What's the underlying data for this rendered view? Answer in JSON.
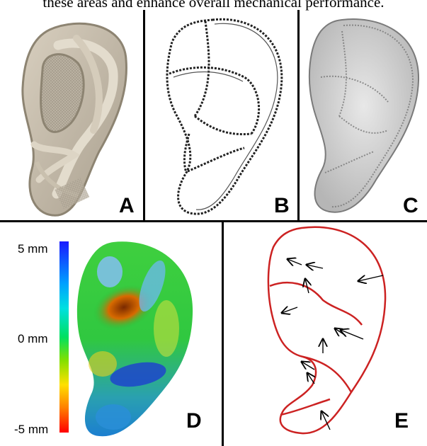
{
  "caption": {
    "text": "these areas and enhance overall mechanical performance."
  },
  "panels": {
    "a": {
      "label": "A"
    },
    "b": {
      "label": "B"
    },
    "c": {
      "label": "C"
    },
    "d": {
      "label": "D"
    },
    "e": {
      "label": "E"
    }
  },
  "colorbar": {
    "max_label": "5 mm",
    "mid_label": "0 mm",
    "min_label": "-5 mm"
  },
  "colors": {
    "outline_red": "#cc2222",
    "divider": "#000000"
  }
}
